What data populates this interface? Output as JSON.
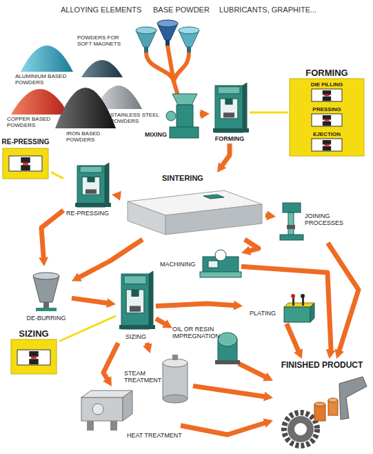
{
  "diagram": {
    "nodes": [
      {
        "text": [
          "MIXING"
        ]
      },
      {
        "text": [
          "FORMING"
        ]
      },
      {
        "text": [
          "FORMING",
          "DIE FILLING",
          "PRESSING",
          "EJECTION"
        ]
      },
      {
        "text": [
          "SINTERING"
        ]
      },
      {
        "text": [
          "RE-PRESSING"
        ]
      },
      {
        "text": [
          "RE-PRESSING"
        ]
      },
      {
        "text": [
          "JOINING PROCESSES"
        ]
      },
      {
        "text": [
          "MACHINING"
        ]
      },
      {
        "text": [
          "DE-BURRING"
        ]
      },
      {
        "text": [
          "SIZING"
        ]
      },
      {
        "text": [
          "SIZING"
        ]
      },
      {
        "text": [
          "PLATING"
        ]
      },
      {
        "text": [
          "OIL OR RESIN IMPREGNATION"
        ]
      },
      {
        "text": [
          "STEAM TREATMENT"
        ]
      },
      {
        "text": [
          "HEAT TREATMENT"
        ]
      },
      {
        "text": [
          "FINISHED PRODUCT"
        ]
      }
    ],
    "edges": [
      {
        "from": 0,
        "to": 1,
        "arrow": "to"
      },
      {
        "from": 1,
        "to": 3,
        "arrow": "to"
      },
      {
        "from": 1,
        "to": 2,
        "arrow": "none"
      },
      {
        "from": 3,
        "to": 4,
        "arrow": "to"
      },
      {
        "from": 4,
        "to": 5,
        "arrow": "none"
      },
      {
        "from": 4,
        "to": 8,
        "arrow": "to"
      },
      {
        "from": 3,
        "to": 8,
        "arrow": "to"
      },
      {
        "from": 3,
        "to": 7,
        "arrow": "to"
      },
      {
        "from": 3,
        "to": 6,
        "arrow": "to"
      },
      {
        "from": 8,
        "to": 9,
        "arrow": "to"
      },
      {
        "from": 9,
        "to": 10,
        "arrow": "none"
      },
      {
        "from": 9,
        "to": 11,
        "arrow": "to"
      },
      {
        "from": 9,
        "to": 12,
        "arrow": "to"
      },
      {
        "from": 9,
        "to": 13,
        "arrow": "to"
      },
      {
        "from": 9,
        "to": 14,
        "arrow": "to"
      },
      {
        "from": 6,
        "to": 15,
        "arrow": "to"
      },
      {
        "from": 7,
        "to": 15,
        "arrow": "to"
      },
      {
        "from": 11,
        "to": 15,
        "arrow": "to"
      },
      {
        "from": 12,
        "to": 15,
        "arrow": "to"
      },
      {
        "from": 13,
        "to": 15,
        "arrow": "to"
      },
      {
        "from": 14,
        "to": 15,
        "arrow": "to"
      }
    ],
    "labels": [
      "ALLOYING ELEMENTS",
      "BASE POWDER",
      "LUBRICANTS, GRAPHITE...",
      "ALUMINIUM BASED POWDERS",
      "POWDERS FOR SOFT MAGNETS",
      "COPPER BASED POWDERS",
      "STAINLESS STEEL POWDERS",
      "IRON BASED POWDERS"
    ]
  }
}
